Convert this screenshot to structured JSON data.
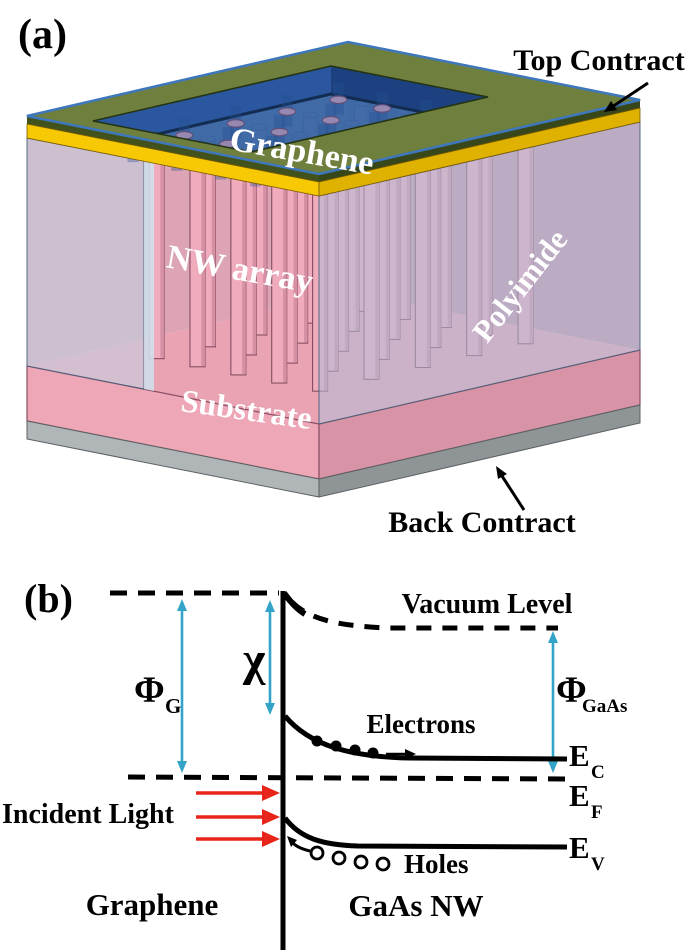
{
  "panel_a": {
    "tag": "(a)",
    "top_contact_label": "Top Contract",
    "graphene_label": "Graphene",
    "nw_array_label": "NW array",
    "polyimide_label": "Polyimide",
    "substrate_label": "Substrate",
    "back_contact_label": "Back Contract",
    "colors": {
      "top_contact_green": "#6f7f3d",
      "electrode_yellow": "#f7c804",
      "graphene_blue": "#3566a6",
      "nanowire_pink": "#f0abbd",
      "substrate_pink": "#eda7b7",
      "back_contact_grey": "#b0b5b7",
      "polyimide_blue": "#bdd8e9"
    }
  },
  "panel_b": {
    "tag": "(b)",
    "vacuum_level_label": "Vacuum Level",
    "work_function_graphene": {
      "symbol": "Φ",
      "subscript": "G"
    },
    "electron_affinity_symbol": "χ",
    "work_function_gaas": {
      "symbol": "Φ",
      "subscript": "GaAs"
    },
    "electrons_label": "Electrons",
    "holes_label": "Holes",
    "incident_light_label": "Incident Light",
    "graphene_label": "Graphene",
    "gaas_nw_label": "GaAs NW",
    "conduction_band": {
      "symbol": "E",
      "subscript": "C"
    },
    "fermi_level": {
      "symbol": "E",
      "subscript": "F"
    },
    "valence_band": {
      "symbol": "E",
      "subscript": "V"
    },
    "colors": {
      "arrow_cyan": "#33a4c8",
      "arrow_red": "#e8251a"
    }
  }
}
